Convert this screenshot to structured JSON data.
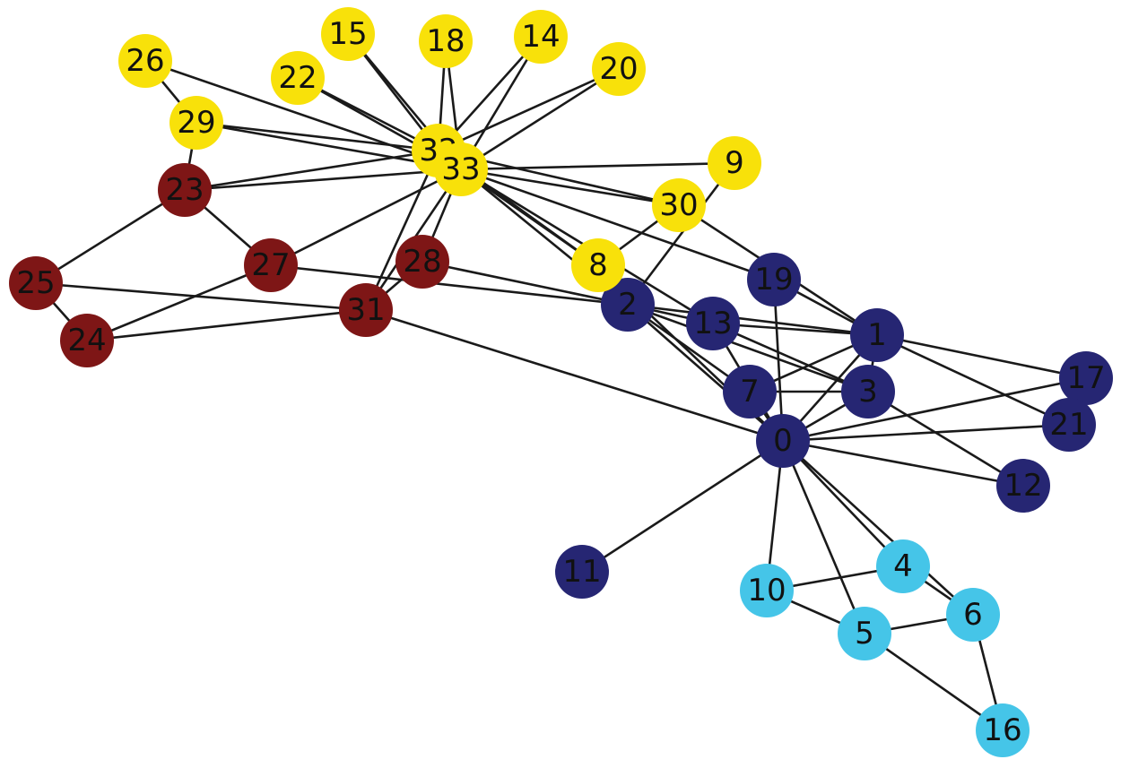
{
  "colors": {
    "community_dark_blue": "#262673",
    "community_light_blue": "#45c5e8",
    "community_dark_red": "#7e1616",
    "community_yellow": "#f8e10a",
    "edge": "#1a1a1a",
    "label": "#111111"
  },
  "nodes": [
    {
      "id": "0",
      "community": "community_dark_blue"
    },
    {
      "id": "1",
      "community": "community_dark_blue"
    },
    {
      "id": "2",
      "community": "community_dark_blue"
    },
    {
      "id": "3",
      "community": "community_dark_blue"
    },
    {
      "id": "4",
      "community": "community_light_blue"
    },
    {
      "id": "5",
      "community": "community_light_blue"
    },
    {
      "id": "6",
      "community": "community_light_blue"
    },
    {
      "id": "7",
      "community": "community_dark_blue"
    },
    {
      "id": "8",
      "community": "community_yellow"
    },
    {
      "id": "9",
      "community": "community_yellow"
    },
    {
      "id": "10",
      "community": "community_light_blue"
    },
    {
      "id": "11",
      "community": "community_dark_blue"
    },
    {
      "id": "12",
      "community": "community_dark_blue"
    },
    {
      "id": "13",
      "community": "community_dark_blue"
    },
    {
      "id": "14",
      "community": "community_yellow"
    },
    {
      "id": "15",
      "community": "community_yellow"
    },
    {
      "id": "16",
      "community": "community_light_blue"
    },
    {
      "id": "17",
      "community": "community_dark_blue"
    },
    {
      "id": "18",
      "community": "community_yellow"
    },
    {
      "id": "19",
      "community": "community_dark_blue"
    },
    {
      "id": "20",
      "community": "community_yellow"
    },
    {
      "id": "21",
      "community": "community_dark_blue"
    },
    {
      "id": "22",
      "community": "community_yellow"
    },
    {
      "id": "23",
      "community": "community_dark_red"
    },
    {
      "id": "24",
      "community": "community_dark_red"
    },
    {
      "id": "25",
      "community": "community_dark_red"
    },
    {
      "id": "26",
      "community": "community_yellow"
    },
    {
      "id": "27",
      "community": "community_dark_red"
    },
    {
      "id": "28",
      "community": "community_dark_red"
    },
    {
      "id": "29",
      "community": "community_yellow"
    },
    {
      "id": "30",
      "community": "community_yellow"
    },
    {
      "id": "31",
      "community": "community_dark_red"
    },
    {
      "id": "32",
      "community": "community_yellow"
    },
    {
      "id": "33",
      "community": "community_yellow"
    }
  ],
  "edges": [
    [
      "0",
      "1"
    ],
    [
      "0",
      "2"
    ],
    [
      "0",
      "3"
    ],
    [
      "0",
      "4"
    ],
    [
      "0",
      "5"
    ],
    [
      "0",
      "6"
    ],
    [
      "0",
      "7"
    ],
    [
      "0",
      "8"
    ],
    [
      "0",
      "10"
    ],
    [
      "0",
      "11"
    ],
    [
      "0",
      "12"
    ],
    [
      "0",
      "13"
    ],
    [
      "0",
      "17"
    ],
    [
      "0",
      "19"
    ],
    [
      "0",
      "21"
    ],
    [
      "0",
      "31"
    ],
    [
      "1",
      "2"
    ],
    [
      "1",
      "3"
    ],
    [
      "1",
      "7"
    ],
    [
      "1",
      "13"
    ],
    [
      "1",
      "17"
    ],
    [
      "1",
      "19"
    ],
    [
      "1",
      "21"
    ],
    [
      "1",
      "30"
    ],
    [
      "2",
      "3"
    ],
    [
      "2",
      "7"
    ],
    [
      "2",
      "8"
    ],
    [
      "2",
      "9"
    ],
    [
      "2",
      "13"
    ],
    [
      "2",
      "27"
    ],
    [
      "2",
      "28"
    ],
    [
      "2",
      "32"
    ],
    [
      "3",
      "7"
    ],
    [
      "3",
      "12"
    ],
    [
      "3",
      "13"
    ],
    [
      "4",
      "6"
    ],
    [
      "4",
      "10"
    ],
    [
      "5",
      "6"
    ],
    [
      "5",
      "10"
    ],
    [
      "5",
      "16"
    ],
    [
      "6",
      "16"
    ],
    [
      "8",
      "30"
    ],
    [
      "8",
      "32"
    ],
    [
      "8",
      "33"
    ],
    [
      "9",
      "33"
    ],
    [
      "13",
      "33"
    ],
    [
      "14",
      "32"
    ],
    [
      "14",
      "33"
    ],
    [
      "15",
      "32"
    ],
    [
      "15",
      "33"
    ],
    [
      "18",
      "32"
    ],
    [
      "18",
      "33"
    ],
    [
      "19",
      "33"
    ],
    [
      "20",
      "32"
    ],
    [
      "20",
      "33"
    ],
    [
      "22",
      "32"
    ],
    [
      "22",
      "33"
    ],
    [
      "23",
      "25"
    ],
    [
      "23",
      "27"
    ],
    [
      "23",
      "29"
    ],
    [
      "23",
      "32"
    ],
    [
      "23",
      "33"
    ],
    [
      "24",
      "25"
    ],
    [
      "24",
      "27"
    ],
    [
      "24",
      "31"
    ],
    [
      "25",
      "31"
    ],
    [
      "26",
      "29"
    ],
    [
      "26",
      "33"
    ],
    [
      "27",
      "33"
    ],
    [
      "28",
      "31"
    ],
    [
      "28",
      "33"
    ],
    [
      "29",
      "32"
    ],
    [
      "29",
      "33"
    ],
    [
      "30",
      "32"
    ],
    [
      "30",
      "33"
    ],
    [
      "31",
      "32"
    ],
    [
      "31",
      "33"
    ],
    [
      "32",
      "33"
    ]
  ]
}
